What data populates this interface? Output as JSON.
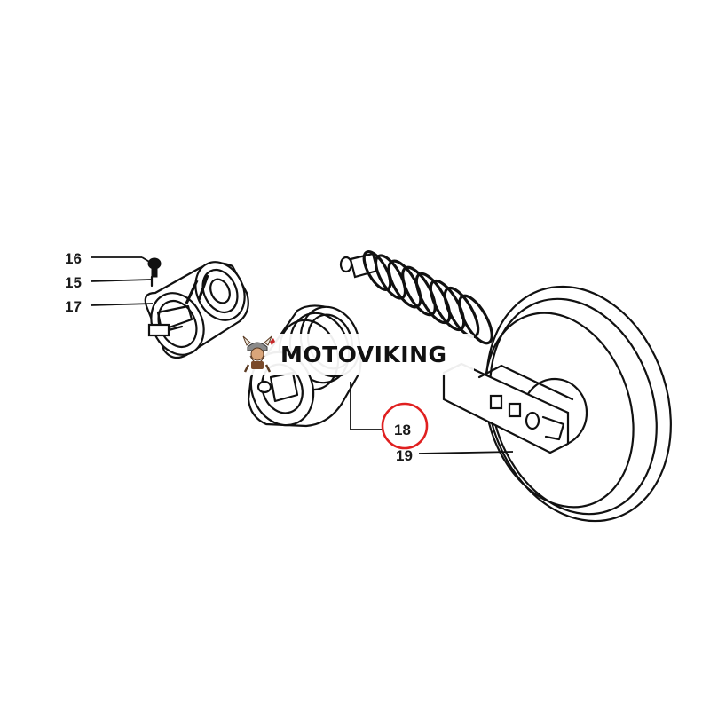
{
  "diagram": {
    "part_labels": {
      "p16": "16",
      "p15": "15",
      "p17": "17",
      "p18": "18",
      "p19": "19"
    },
    "highlight": {
      "label": "18",
      "color": "#e02020"
    }
  },
  "watermark": {
    "text": "MOTOVIKING",
    "logo": "viking-mascot-icon"
  }
}
